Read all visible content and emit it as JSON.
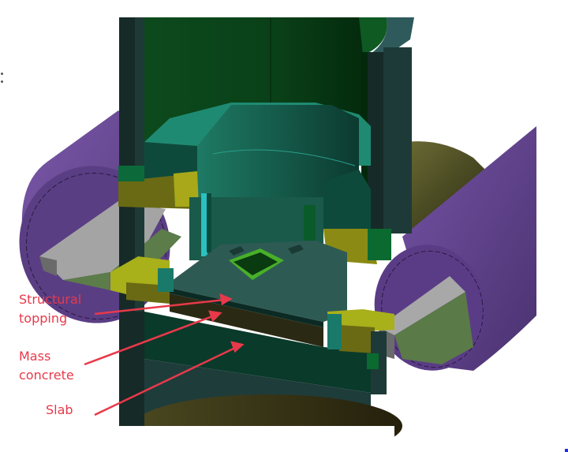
{
  "figure": {
    "description": "3D cutaway of vertical shaft with intersecting tunnels",
    "colors": {
      "label_red": "#e8394a",
      "tunnel_purple": "#6a4a96",
      "shaft_wall": "#1e3a38",
      "shaft_interior_green": "#0a4a1a",
      "ledge_teal": "#1f8a72",
      "floor_slab_teal": "#2e5a54",
      "mass_concrete_brown": "#2a2a14",
      "slab_dark_green": "#0a3a2a",
      "yellow_block": "#8aa01a",
      "walkway_grey": "#a8a8a8",
      "walkway_green": "#5a7a48",
      "opening_green": "#48b028",
      "olive_tunnel_back": "#4a4a20"
    }
  },
  "annotations": [
    {
      "id": "structural-topping",
      "lines": [
        "Structural",
        "topping"
      ]
    },
    {
      "id": "mass-concrete",
      "lines": [
        "Mass",
        "concrete"
      ]
    },
    {
      "id": "slab",
      "lines": [
        "Slab"
      ]
    }
  ]
}
